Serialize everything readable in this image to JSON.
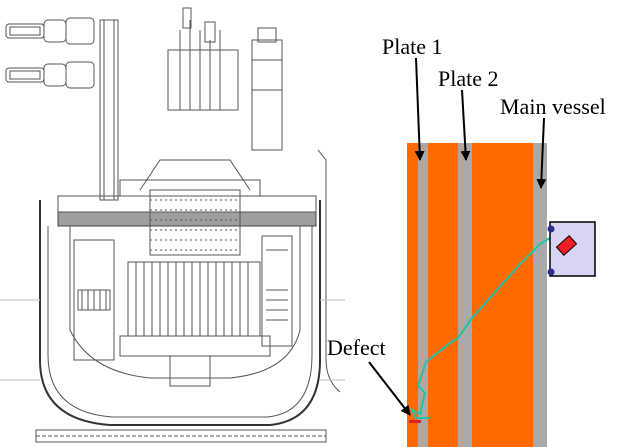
{
  "labels": {
    "plate1": "Plate 1",
    "plate2": "Plate 2",
    "main_vessel": "Main vessel",
    "defect": "Defect"
  },
  "colors": {
    "sodium_orange": "#ff6a00",
    "plate_gray": "#a9a9a9",
    "ray_path": "#20c4a4",
    "transducer_fill": "#d7d4f4",
    "transducer_element": "#ee1c24",
    "defect_mark": "#e02020",
    "line_drawing": "#555555"
  },
  "icons": {
    "reactor_cutaway": "reactor-vessel-cross-section",
    "transducer": "ultrasonic-transducer-box",
    "defect": "defect-marker"
  }
}
